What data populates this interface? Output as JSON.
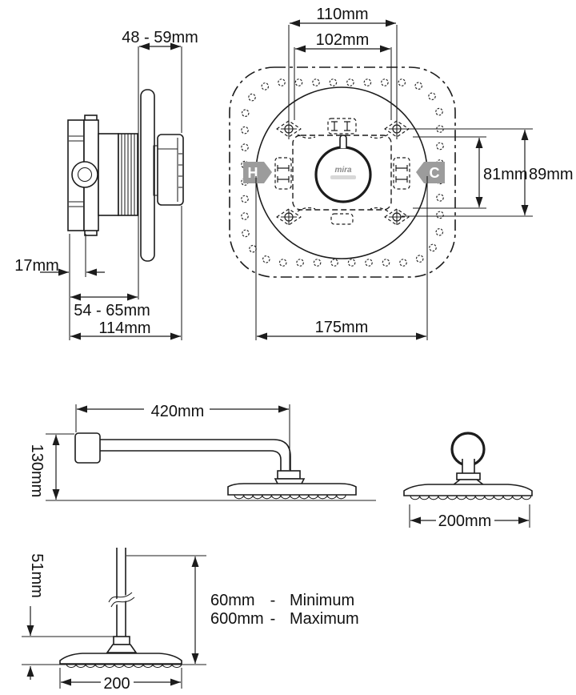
{
  "colors": {
    "line": "#1c1c1c",
    "tag_gray": "#9c9c9c",
    "logo_gray": "#8a8a8a"
  },
  "valve_side_view": {
    "depth_range": "48 - 59mm",
    "bracket_offset": "17mm",
    "wall_range": "54 - 65mm",
    "overall_depth": "114mm"
  },
  "valve_front_view": {
    "fixing_width_outer": "110mm",
    "fixing_width_inner": "102mm",
    "fixing_height_inner": "81mm",
    "fixing_height_outer": "89mm",
    "plate_diameter": "175mm",
    "hot_label": "H",
    "cold_label": "C",
    "logo_text": "mira"
  },
  "shower_arm_view": {
    "arm_length": "420mm",
    "arm_drop": "130mm"
  },
  "head_front_view": {
    "head_diameter": "200mm"
  },
  "ceiling_view": {
    "head_depth": "51mm",
    "separator": "-",
    "minimum_value": "60mm",
    "minimum_label": "Minimum",
    "maximum_value": "600mm",
    "maximum_label": "Maximum",
    "head_diameter": "200"
  }
}
